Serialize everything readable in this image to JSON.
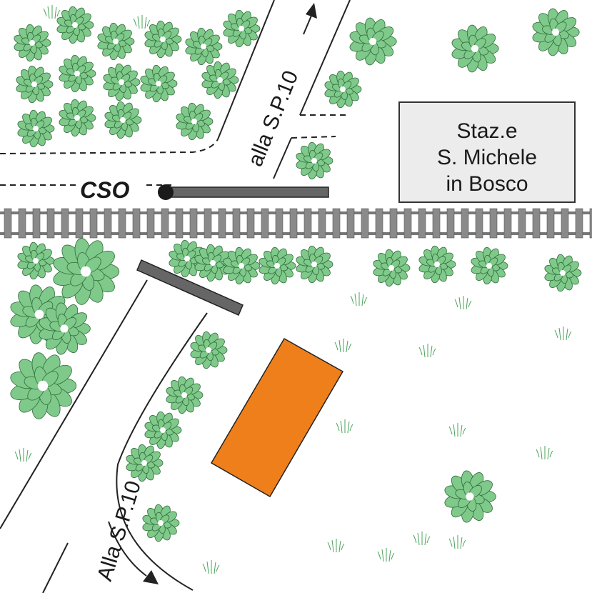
{
  "station": {
    "line1": "Staz.e",
    "line2": "S. Michele",
    "line3": "in Bosco"
  },
  "labels": {
    "cso": "CSO",
    "road_top": "alla S.P.10",
    "road_bottom": "Alla S.P.10"
  },
  "colors": {
    "background": "#ffffff",
    "building": "#ef7f1a",
    "station_box": "#ececec",
    "tree_leaf": "#7fc98a",
    "tree_outline": "#2f6b3a",
    "rail": "#777777",
    "barrier": "#666666",
    "road_line": "#222222"
  },
  "icons": {
    "tree": "tree-icon",
    "grass": "grass-icon",
    "direction_arrow": "arrow-icon"
  }
}
